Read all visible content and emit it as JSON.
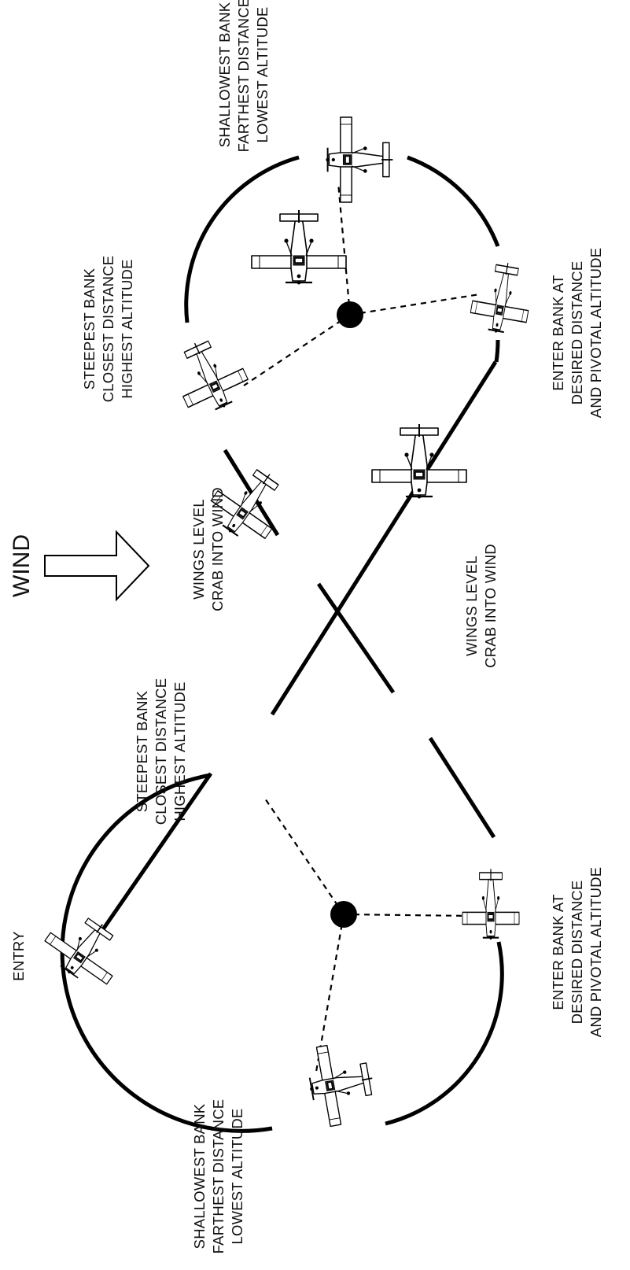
{
  "wind": {
    "label": "WIND",
    "arrow_icon": "hollow-arrow-right-icon"
  },
  "labels": {
    "entry": "ENTRY",
    "top_shallowest": [
      "SHALLOWEST BANK",
      "FARTHEST DISTANCE",
      "LOWEST ALTITUDE"
    ],
    "top_steepest": [
      "STEEPEST BANK",
      "CLOSEST DISTANCE",
      "HIGHEST ALTITUDE"
    ],
    "top_enter_bank": [
      "ENTER BANK AT",
      "DESIRED DISTANCE",
      "AND PIVOTAL ALTITUDE"
    ],
    "upper_wings_level": [
      "WINGS LEVEL",
      "CRAB INTO WIND"
    ],
    "lower_wings_level": [
      "WINGS LEVEL",
      "CRAB INTO WIND"
    ],
    "bottom_steepest": [
      "STEEPEST BANK",
      "CLOSEST DISTANCE",
      "HIGHEST ALTITUDE"
    ],
    "bottom_enter_bank": [
      "ENTER BANK AT",
      "DESIRED DISTANCE",
      "AND PIVOTAL ALTITUDE"
    ],
    "bottom_shallowest": [
      "SHALLOWEST BANK",
      "FARTHEST DISTANCE",
      "LOWEST ALTITUDE"
    ]
  },
  "icons": {
    "pylon": "pylon-dot-icon",
    "airplane": "airplane-icon"
  },
  "colors": {
    "ink": "#000000",
    "background": "#ffffff"
  }
}
